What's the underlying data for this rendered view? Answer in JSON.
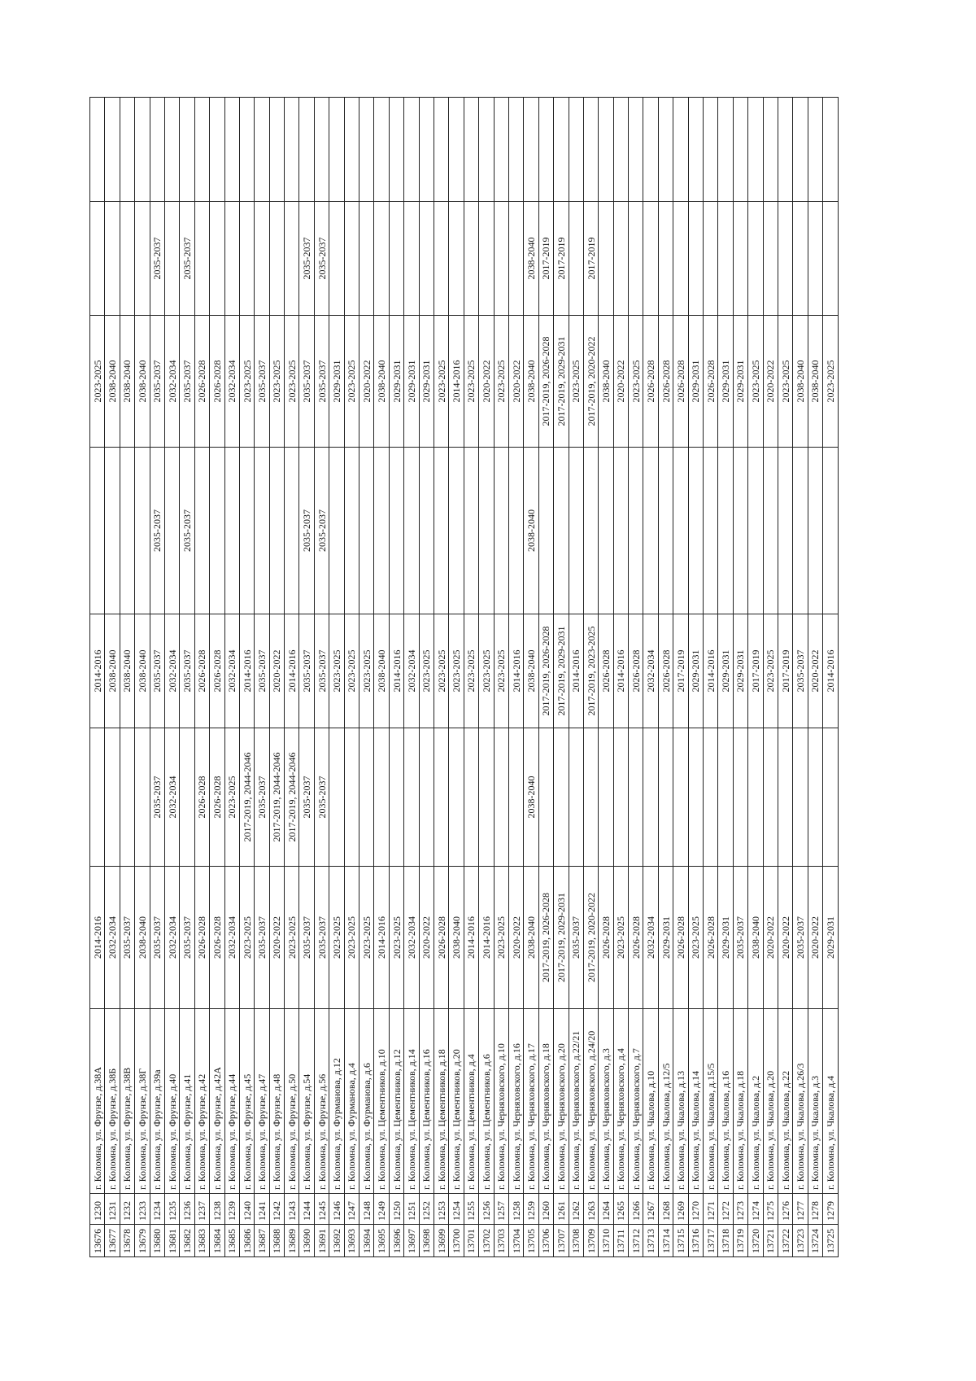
{
  "rows": [
    [
      "13676",
      "1230",
      "г. Коломна, ул. Фрунзе, д.38А",
      "2014-2016",
      "",
      "2014-2016",
      "",
      "2023-2025",
      "",
      ""
    ],
    [
      "13677",
      "1231",
      "г. Коломна, ул. Фрунзе, д.38Б",
      "2032-2034",
      "",
      "2038-2040",
      "",
      "2038-2040",
      "",
      ""
    ],
    [
      "13678",
      "1232",
      "г. Коломна, ул. Фрунзе, д.38В",
      "2035-2037",
      "",
      "2038-2040",
      "",
      "2038-2040",
      "",
      ""
    ],
    [
      "13679",
      "1233",
      "г. Коломна, ул. Фрунзе, д.38Г",
      "2038-2040",
      "",
      "2038-2040",
      "",
      "2038-2040",
      "",
      ""
    ],
    [
      "13680",
      "1234",
      "г. Коломна, ул. Фрунзе, д.39а",
      "2035-2037",
      "2035-2037",
      "2035-2037",
      "2035-2037",
      "2035-2037",
      "2035-2037",
      ""
    ],
    [
      "13681",
      "1235",
      "г. Коломна, ул. Фрунзе, д.40",
      "2032-2034",
      "2032-2034",
      "2032-2034",
      "",
      "2032-2034",
      "",
      ""
    ],
    [
      "13682",
      "1236",
      "г. Коломна, ул. Фрунзе, д.41",
      "2035-2037",
      "",
      "2035-2037",
      "2035-2037",
      "2035-2037",
      "2035-2037",
      ""
    ],
    [
      "13683",
      "1237",
      "г. Коломна, ул. Фрунзе, д.42",
      "2026-2028",
      "2026-2028",
      "2026-2028",
      "",
      "2026-2028",
      "",
      ""
    ],
    [
      "13684",
      "1238",
      "г. Коломна, ул. Фрунзе, д.42А",
      "2026-2028",
      "2026-2028",
      "2026-2028",
      "",
      "2026-2028",
      "",
      ""
    ],
    [
      "13685",
      "1239",
      "г. Коломна, ул. Фрунзе, д.44",
      "2032-2034",
      "2023-2025",
      "2032-2034",
      "",
      "2032-2034",
      "",
      ""
    ],
    [
      "13686",
      "1240",
      "г. Коломна, ул. Фрунзе, д.45",
      "2023-2025",
      "2017-2019, 2044-2046",
      "2014-2016",
      "",
      "2023-2025",
      "",
      ""
    ],
    [
      "13687",
      "1241",
      "г. Коломна, ул. Фрунзе, д.47",
      "2035-2037",
      "2035-2037",
      "2035-2037",
      "",
      "2035-2037",
      "",
      ""
    ],
    [
      "13688",
      "1242",
      "г. Коломна, ул. Фрунзе, д.48",
      "2020-2022",
      "2017-2019, 2044-2046",
      "2020-2022",
      "",
      "2023-2025",
      "",
      ""
    ],
    [
      "13689",
      "1243",
      "г. Коломна, ул. Фрунзе, д.50",
      "2023-2025",
      "2017-2019, 2044-2046",
      "2014-2016",
      "",
      "2023-2025",
      "",
      ""
    ],
    [
      "13690",
      "1244",
      "г. Коломна, ул. Фрунзе, д.54",
      "2035-2037",
      "2035-2037",
      "2035-2037",
      "2035-2037",
      "2035-2037",
      "2035-2037",
      ""
    ],
    [
      "13691",
      "1245",
      "г. Коломна, ул. Фрунзе, д.56",
      "2035-2037",
      "2035-2037",
      "2035-2037",
      "2035-2037",
      "2035-2037",
      "2035-2037",
      ""
    ],
    [
      "13692",
      "1246",
      "г. Коломна, ул. Фурманова, д.12",
      "2023-2025",
      "",
      "2023-2025",
      "",
      "2029-2031",
      "",
      ""
    ],
    [
      "13693",
      "1247",
      "г. Коломна, ул. Фурманова, д.4",
      "2023-2025",
      "",
      "2023-2025",
      "",
      "2023-2025",
      "",
      ""
    ],
    [
      "13694",
      "1248",
      "г. Коломна, ул. Фурманова, д.6",
      "2023-2025",
      "",
      "2023-2025",
      "",
      "2020-2022",
      "",
      ""
    ],
    [
      "13695",
      "1249",
      "г. Коломна, ул. Цементников, д.10",
      "2014-2016",
      "",
      "2038-2040",
      "",
      "2038-2040",
      "",
      ""
    ],
    [
      "13696",
      "1250",
      "г. Коломна, ул. Цементников, д.12",
      "2023-2025",
      "",
      "2014-2016",
      "",
      "2029-2031",
      "",
      ""
    ],
    [
      "13697",
      "1251",
      "г. Коломна, ул. Цементников, д.14",
      "2032-2034",
      "",
      "2032-2034",
      "",
      "2029-2031",
      "",
      ""
    ],
    [
      "13698",
      "1252",
      "г. Коломна, ул. Цементников, д.16",
      "2020-2022",
      "",
      "2023-2025",
      "",
      "2029-2031",
      "",
      ""
    ],
    [
      "13699",
      "1253",
      "г. Коломна, ул. Цементников, д.18",
      "2026-2028",
      "",
      "2023-2025",
      "",
      "2023-2025",
      "",
      ""
    ],
    [
      "13700",
      "1254",
      "г. Коломна, ул. Цементников, д.20",
      "2038-2040",
      "",
      "2023-2025",
      "",
      "2014-2016",
      "",
      ""
    ],
    [
      "13701",
      "1255",
      "г. Коломна, ул. Цементников, д.4",
      "2014-2016",
      "",
      "2023-2025",
      "",
      "2023-2025",
      "",
      ""
    ],
    [
      "13702",
      "1256",
      "г. Коломна, ул. Цементников, д.6",
      "2014-2016",
      "",
      "2023-2025",
      "",
      "2020-2022",
      "",
      ""
    ],
    [
      "13703",
      "1257",
      "г. Коломна, ул. Черняховского, д.10",
      "2023-2025",
      "",
      "2023-2025",
      "",
      "2023-2025",
      "",
      ""
    ],
    [
      "13704",
      "1258",
      "г. Коломна, ул. Черняховского, д.16",
      "2020-2022",
      "",
      "2014-2016",
      "",
      "2020-2022",
      "",
      ""
    ],
    [
      "13705",
      "1259",
      "г. Коломна, ул. Черняховского, д.17",
      "2038-2040",
      "2038-2040",
      "2038-2040",
      "2038-2040",
      "2038-2040",
      "2038-2040",
      ""
    ],
    [
      "13706",
      "1260",
      "г. Коломна, ул. Черняховского, д.18",
      "2017-2019, 2026-2028",
      "",
      "2017-2019, 2026-2028",
      "",
      "2017-2019, 2026-2028",
      "2017-2019",
      ""
    ],
    [
      "13707",
      "1261",
      "г. Коломна, ул. Черняховского, д.20",
      "2017-2019, 2029-2031",
      "",
      "2017-2019, 2029-2031",
      "",
      "2017-2019, 2029-2031",
      "2017-2019",
      ""
    ],
    [
      "13708",
      "1262",
      "г. Коломна, ул. Черняховского, д.22/21",
      "2035-2037",
      "",
      "2014-2016",
      "",
      "2023-2025",
      "",
      ""
    ],
    [
      "13709",
      "1263",
      "г. Коломна, ул. Черняховского, д.24/20",
      "2017-2019, 2020-2022",
      "",
      "2017-2019, 2023-2025",
      "",
      "2017-2019, 2020-2022",
      "2017-2019",
      ""
    ],
    [
      "13710",
      "1264",
      "г. Коломна, ул. Черняховского, д.3",
      "2026-2028",
      "",
      "2026-2028",
      "",
      "2038-2040",
      "",
      ""
    ],
    [
      "13711",
      "1265",
      "г. Коломна, ул. Черняховского, д.4",
      "2023-2025",
      "",
      "2014-2016",
      "",
      "2020-2022",
      "",
      ""
    ],
    [
      "13712",
      "1266",
      "г. Коломна, ул. Черняховского, д.7",
      "2026-2028",
      "",
      "2026-2028",
      "",
      "2023-2025",
      "",
      ""
    ],
    [
      "13713",
      "1267",
      "г. Коломна, ул. Чкалова, д.10",
      "2032-2034",
      "",
      "2032-2034",
      "",
      "2026-2028",
      "",
      ""
    ],
    [
      "13714",
      "1268",
      "г. Коломна, ул. Чкалова, д.12/5",
      "2029-2031",
      "",
      "2026-2028",
      "",
      "2026-2028",
      "",
      ""
    ],
    [
      "13715",
      "1269",
      "г. Коломна, ул. Чкалова, д.13",
      "2026-2028",
      "",
      "2017-2019",
      "",
      "2026-2028",
      "",
      ""
    ],
    [
      "13716",
      "1270",
      "г. Коломна, ул. Чкалова, д.14",
      "2023-2025",
      "",
      "2029-2031",
      "",
      "2029-2031",
      "",
      ""
    ],
    [
      "13717",
      "1271",
      "г. Коломна, ул. Чкалова, д.15/5",
      "2026-2028",
      "",
      "2014-2016",
      "",
      "2026-2028",
      "",
      ""
    ],
    [
      "13718",
      "1272",
      "г. Коломна, ул. Чкалова, д.16",
      "2029-2031",
      "",
      "2029-2031",
      "",
      "2029-2031",
      "",
      ""
    ],
    [
      "13719",
      "1273",
      "г. Коломна, ул. Чкалова, д.18",
      "2035-2037",
      "",
      "2029-2031",
      "",
      "2029-2031",
      "",
      ""
    ],
    [
      "13720",
      "1274",
      "г. Коломна, ул. Чкалова, д.2",
      "2038-2040",
      "",
      "2017-2019",
      "",
      "2023-2025",
      "",
      ""
    ],
    [
      "13721",
      "1275",
      "г. Коломна, ул. Чкалова, д.20",
      "2020-2022",
      "",
      "2023-2025",
      "",
      "2020-2022",
      "",
      ""
    ],
    [
      "13722",
      "1276",
      "г. Коломна, ул. Чкалова, д.22",
      "2020-2022",
      "",
      "2017-2019",
      "",
      "2023-2025",
      "",
      ""
    ],
    [
      "13723",
      "1277",
      "г. Коломна, ул. Чкалова, д.26/3",
      "2035-2037",
      "",
      "2035-2037",
      "",
      "2038-2040",
      "",
      ""
    ],
    [
      "13724",
      "1278",
      "г. Коломна, ул. Чкалова, д.3",
      "2020-2022",
      "",
      "2020-2022",
      "",
      "2038-2040",
      "",
      ""
    ],
    [
      "13725",
      "1279",
      "г. Коломна, ул. Чкалова, д.4",
      "2029-2031",
      "",
      "2014-2016",
      "",
      "2023-2025",
      "",
      ""
    ]
  ]
}
